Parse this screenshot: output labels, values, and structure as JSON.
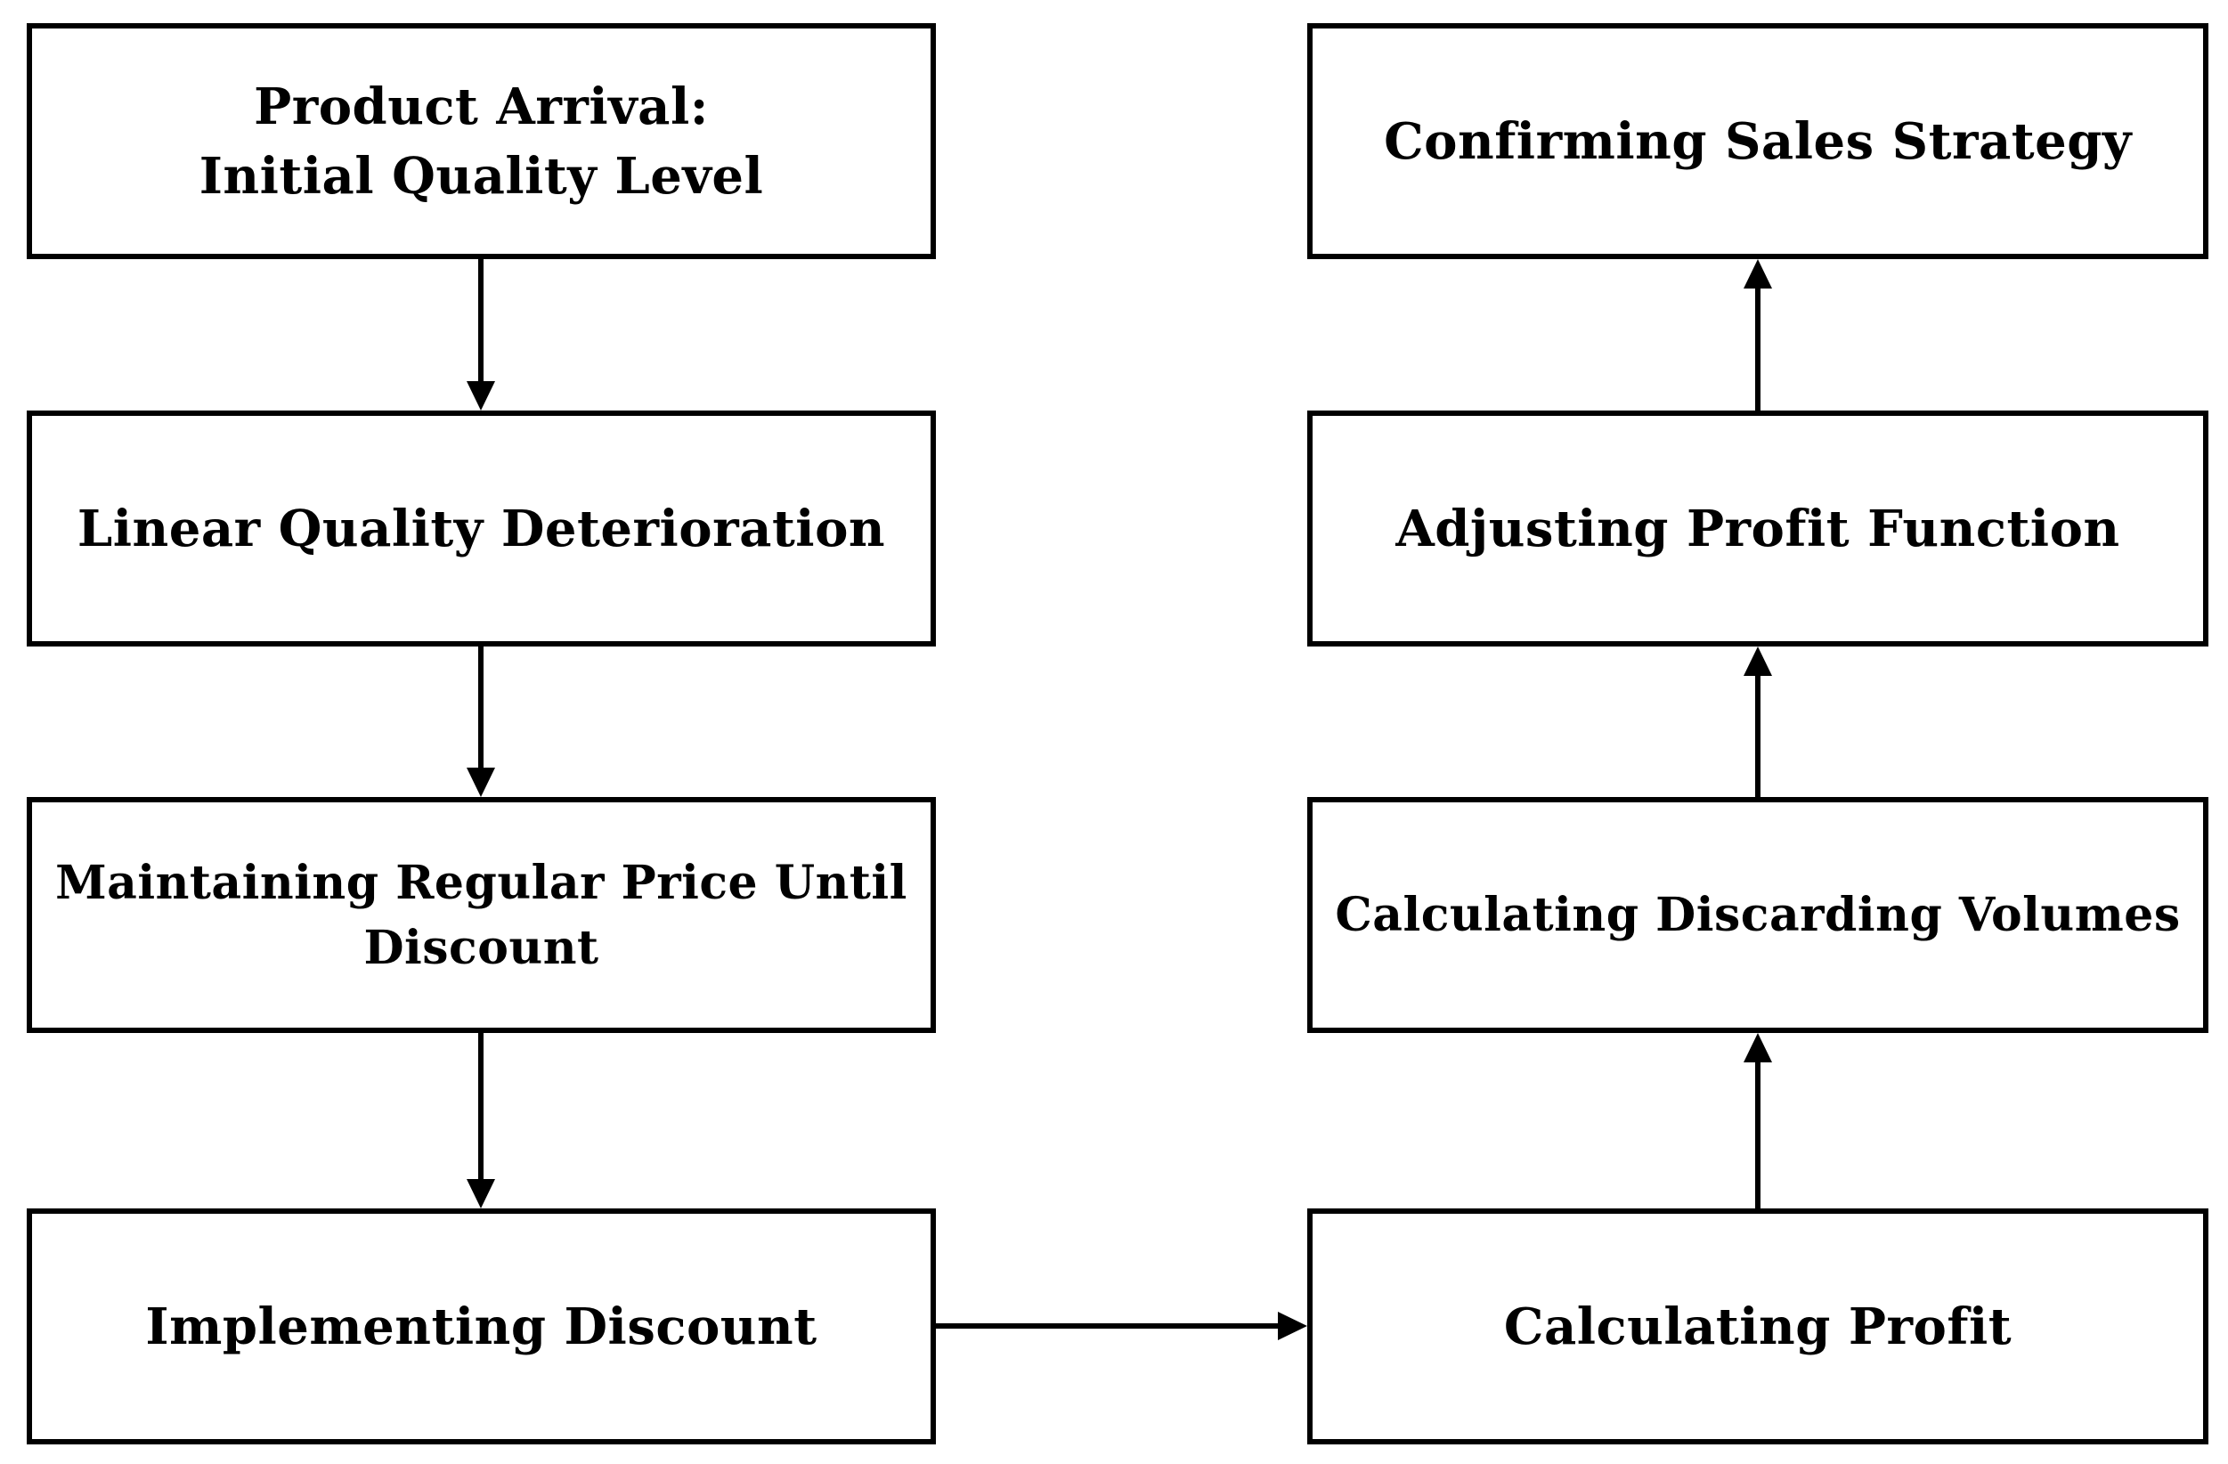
{
  "diagram": {
    "left_column": [
      {
        "id": "product-arrival",
        "lines": [
          "Product Arrival:",
          "Initial Quality Level"
        ]
      },
      {
        "id": "linear-quality-deterioration",
        "lines": [
          "Linear Quality Deterioration"
        ]
      },
      {
        "id": "maintaining-regular-price",
        "lines": [
          "Maintaining Regular Price Until",
          "Discount"
        ]
      },
      {
        "id": "implementing-discount",
        "lines": [
          "Implementing Discount"
        ]
      }
    ],
    "right_column": [
      {
        "id": "calculating-profit",
        "lines": [
          "Calculating Profit"
        ]
      },
      {
        "id": "calculating-discarding-volumes",
        "lines": [
          "Calculating Discarding Volumes"
        ]
      },
      {
        "id": "adjusting-profit-function",
        "lines": [
          "Adjusting Profit Function"
        ]
      },
      {
        "id": "confirming-sales-strategy",
        "lines": [
          "Confirming Sales Strategy"
        ]
      }
    ],
    "edges": [
      {
        "from": "product-arrival",
        "to": "linear-quality-deterioration"
      },
      {
        "from": "linear-quality-deterioration",
        "to": "maintaining-regular-price"
      },
      {
        "from": "maintaining-regular-price",
        "to": "implementing-discount"
      },
      {
        "from": "implementing-discount",
        "to": "calculating-profit"
      },
      {
        "from": "calculating-profit",
        "to": "calculating-discarding-volumes"
      },
      {
        "from": "calculating-discarding-volumes",
        "to": "adjusting-profit-function"
      },
      {
        "from": "adjusting-profit-function",
        "to": "confirming-sales-strategy"
      }
    ],
    "colors": {
      "stroke": "#000000",
      "background": "#ffffff",
      "text": "#000000"
    }
  }
}
